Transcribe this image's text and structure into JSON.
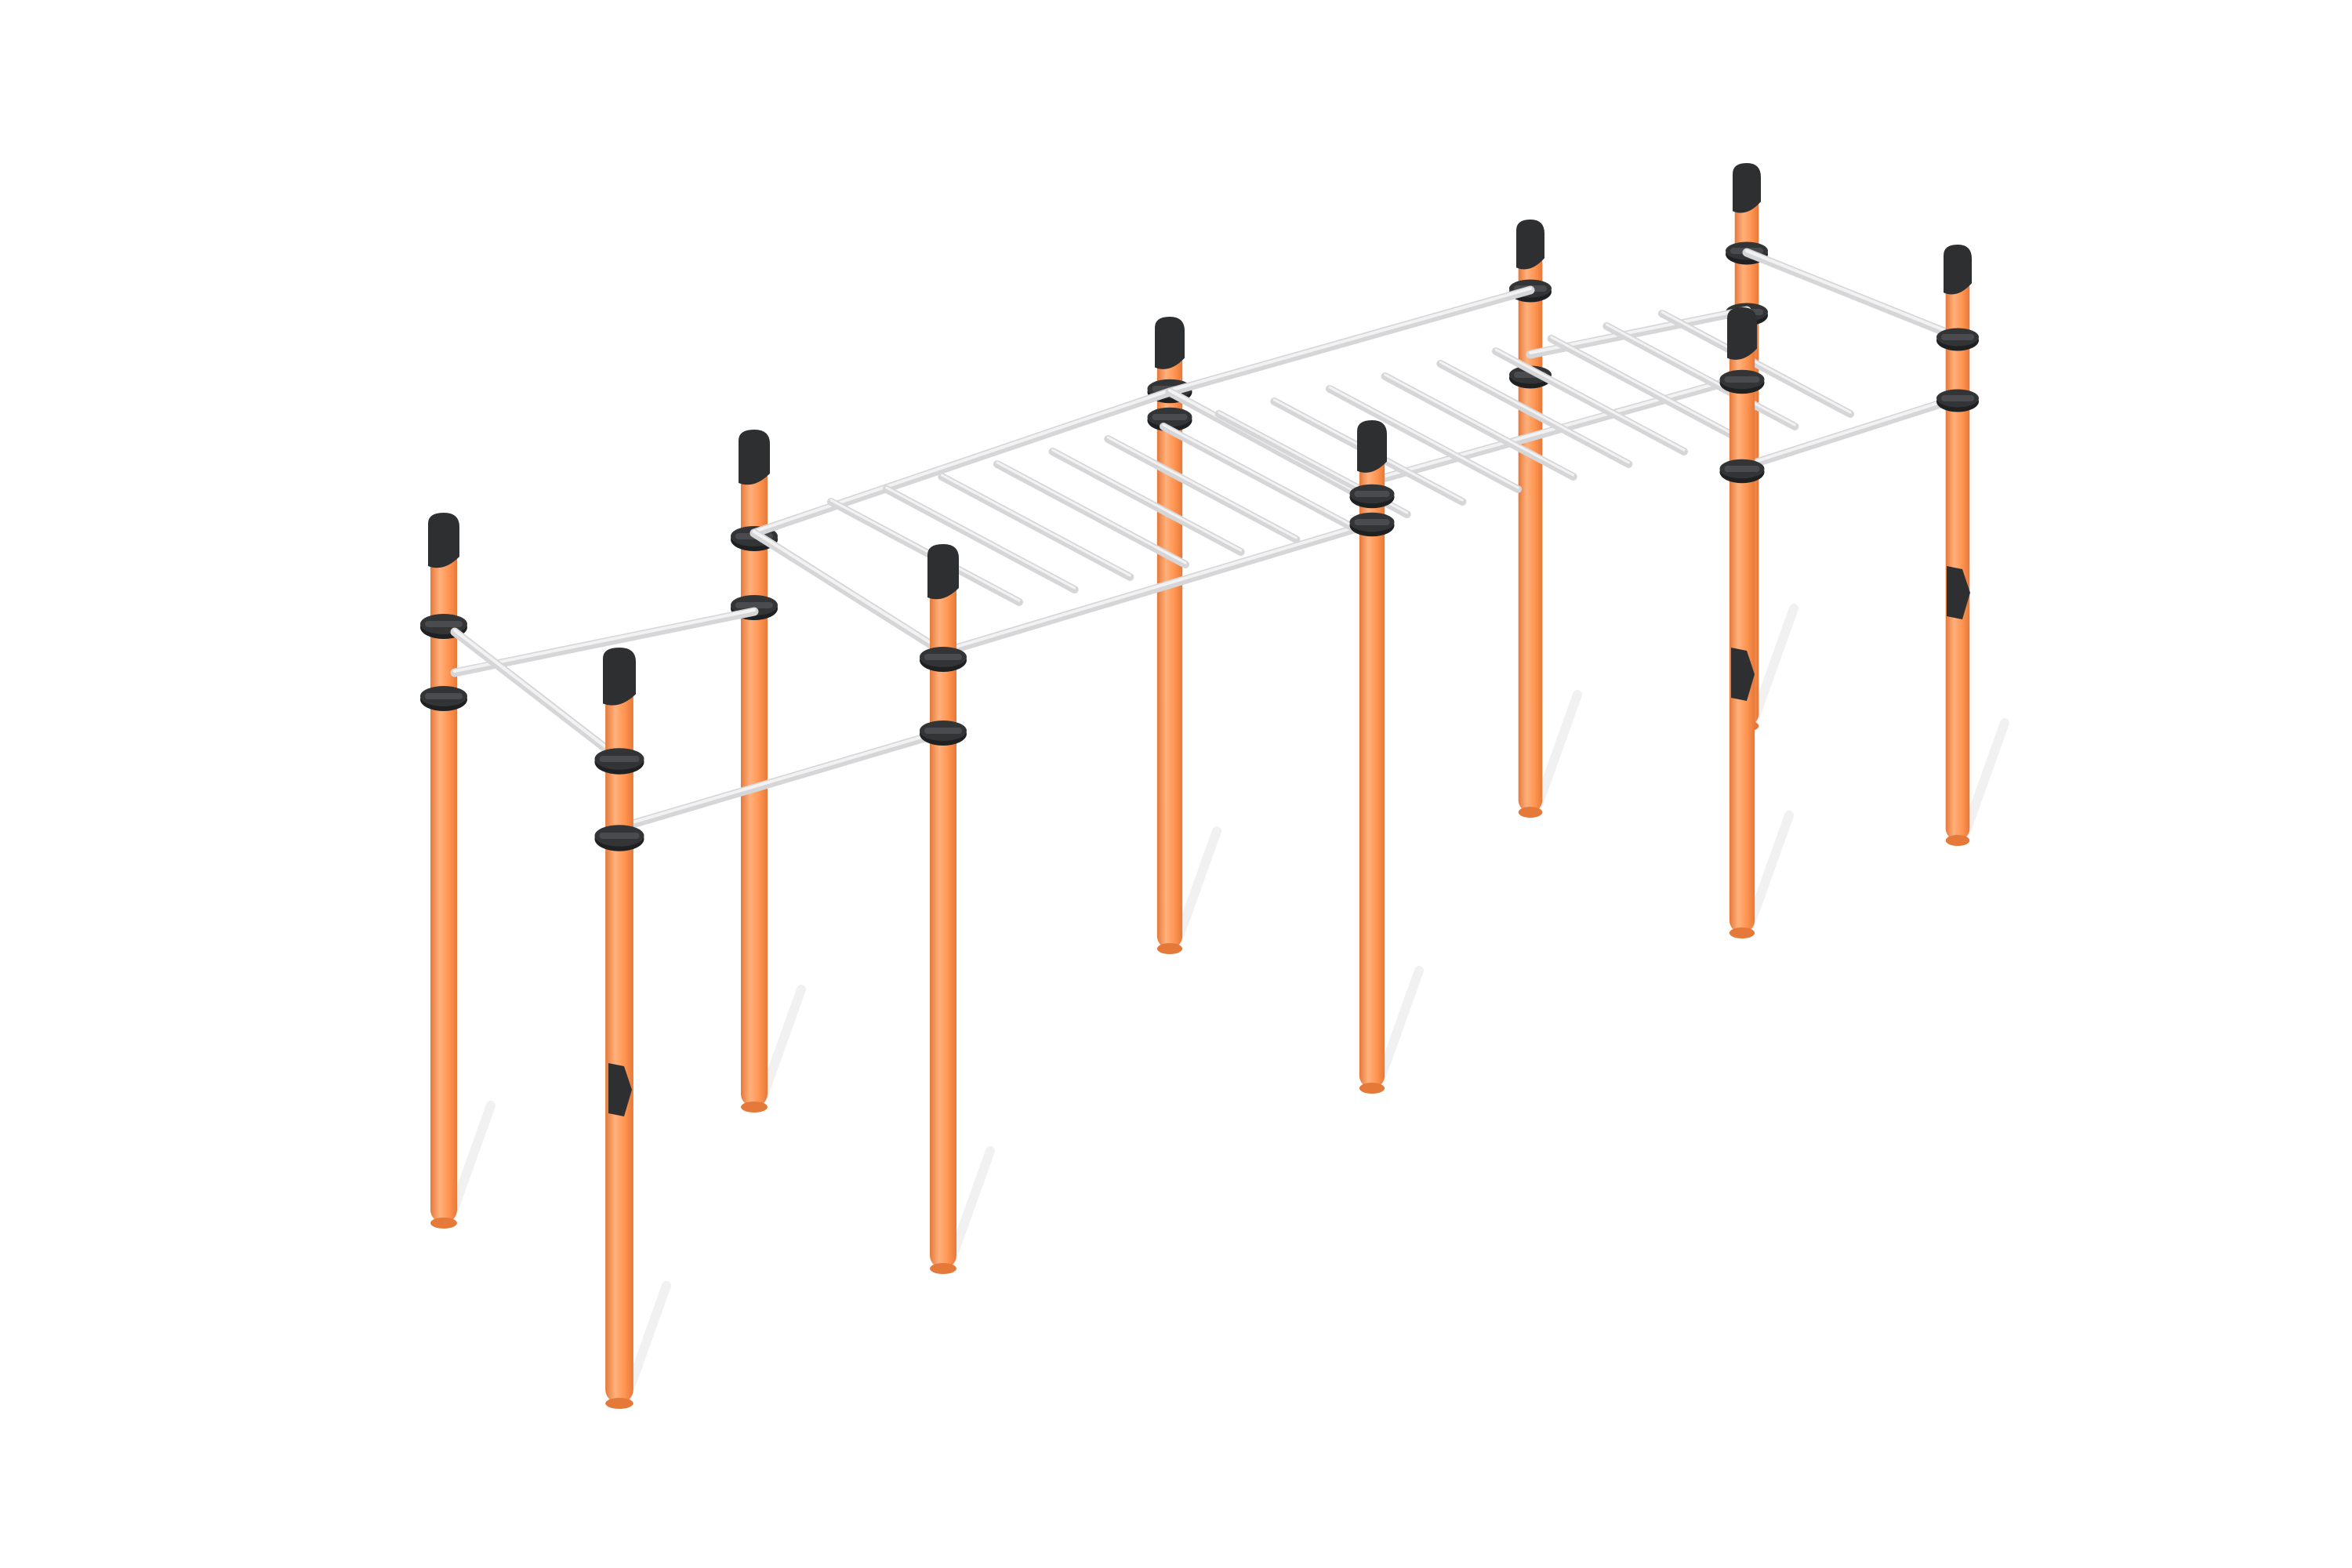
{
  "colors": {
    "background": "#ffffff",
    "post": "#ff9450",
    "post_shade": "#e5793a",
    "post_highlight": "#ffb07c",
    "clamp": "#333436",
    "cap": "#2e2f31",
    "bar": "#d6d6d8",
    "bar_highlight": "#f2f2f3",
    "shadow": "#ececec"
  },
  "icons": {
    "post": "orange-steel-post",
    "cap": "black-post-cap",
    "clamp": "black-pipe-clamp",
    "bar": "steel-crossbar",
    "rung": "ladder-rung",
    "wall-bracket": "black-side-bracket"
  }
}
